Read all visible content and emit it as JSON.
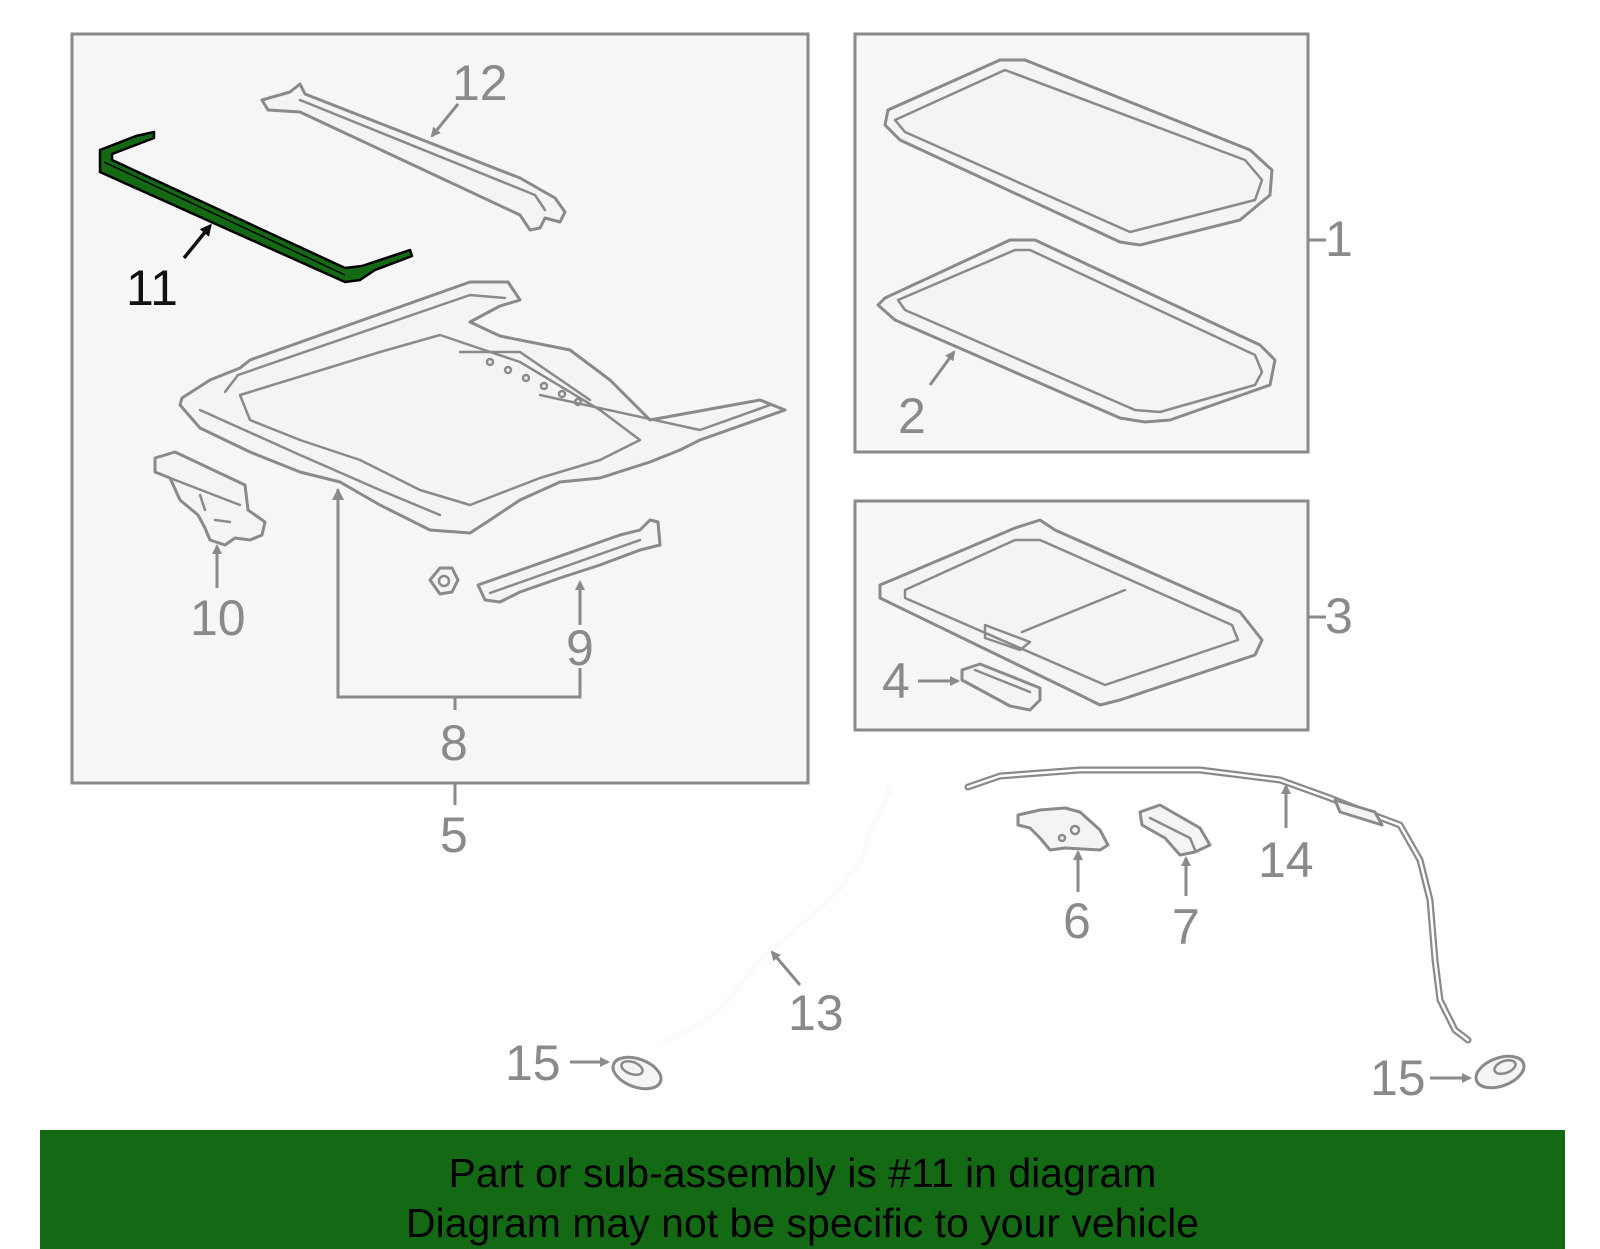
{
  "highlight_color": "#146a14",
  "part_color": "#8a8a8a",
  "callouts": {
    "c1": "1",
    "c2": "2",
    "c3": "3",
    "c4": "4",
    "c5": "5",
    "c6": "6",
    "c7": "7",
    "c8": "8",
    "c9": "9",
    "c10": "10",
    "c11": "11",
    "c12": "12",
    "c13": "13",
    "c14": "14",
    "c15a": "15",
    "c15b": "15"
  },
  "banner": {
    "line1": "Part or sub-assembly is #11 in diagram",
    "line2": "Diagram may not be specific to your vehicle"
  }
}
